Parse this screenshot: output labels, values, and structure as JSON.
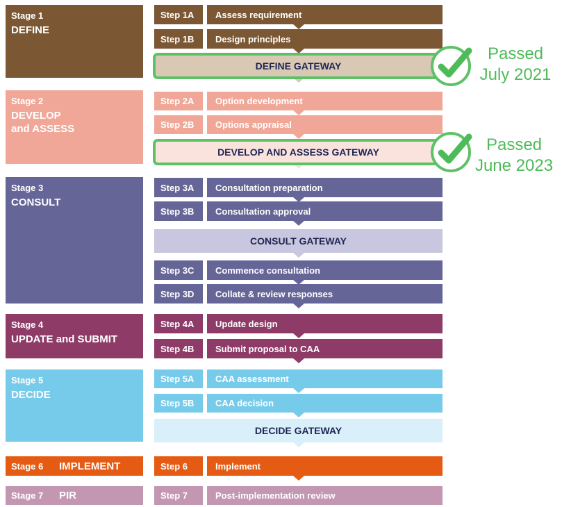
{
  "colors": {
    "define": "#7b5734",
    "define_gateway_fill": "#d9c8b4",
    "develop": "#f0a797",
    "develop_gateway_fill": "#fbe3dd",
    "consult": "#666598",
    "consult_gateway_fill": "#c8c7df",
    "update": "#8f3b68",
    "decide": "#77cbea",
    "decide_gateway_fill": "#d9eff9",
    "implement": "#e55b13",
    "pir": "#c397b2",
    "gateway_text": "#1e2554",
    "passed_green": "#4dbb58"
  },
  "stages": [
    {
      "number": "Stage 1",
      "name": "DEFINE"
    },
    {
      "number": "Stage 2",
      "name": "DEVELOP\nand ASSESS"
    },
    {
      "number": "Stage 3",
      "name": "CONSULT"
    },
    {
      "number": "Stage 4",
      "name": "UPDATE and SUBMIT"
    },
    {
      "number": "Stage 5",
      "name": "DECIDE"
    },
    {
      "number": "Stage 6",
      "name": "IMPLEMENT"
    },
    {
      "number": "Stage 7",
      "name": "PIR"
    }
  ],
  "steps": {
    "1A": {
      "id": "Step 1A",
      "title": "Assess requirement"
    },
    "1B": {
      "id": "Step 1B",
      "title": "Design principles"
    },
    "2A": {
      "id": "Step 2A",
      "title": "Option development"
    },
    "2B": {
      "id": "Step 2B",
      "title": "Options appraisal"
    },
    "3A": {
      "id": "Step 3A",
      "title": "Consultation preparation"
    },
    "3B": {
      "id": "Step 3B",
      "title": "Consultation approval"
    },
    "3C": {
      "id": "Step 3C",
      "title": "Commence consultation"
    },
    "3D": {
      "id": "Step 3D",
      "title": "Collate & review responses"
    },
    "4A": {
      "id": "Step 4A",
      "title": "Update design"
    },
    "4B": {
      "id": "Step 4B",
      "title": "Submit proposal to CAA"
    },
    "5A": {
      "id": "Step 5A",
      "title": "CAA assessment"
    },
    "5B": {
      "id": "Step 5B",
      "title": "CAA decision"
    },
    "6": {
      "id": "Step 6",
      "title": "Implement"
    },
    "7": {
      "id": "Step 7",
      "title": "Post-implementation review"
    }
  },
  "gateways": {
    "define": "DEFINE GATEWAY",
    "develop": "DEVELOP AND ASSESS GATEWAY",
    "consult": "CONSULT GATEWAY",
    "decide": "DECIDE GATEWAY"
  },
  "annotations": {
    "define": {
      "line1": "Passed",
      "line2": "July 2021",
      "icon": "check-circle-icon"
    },
    "develop": {
      "line1": "Passed",
      "line2": "June 2023",
      "icon": "check-circle-icon"
    }
  }
}
